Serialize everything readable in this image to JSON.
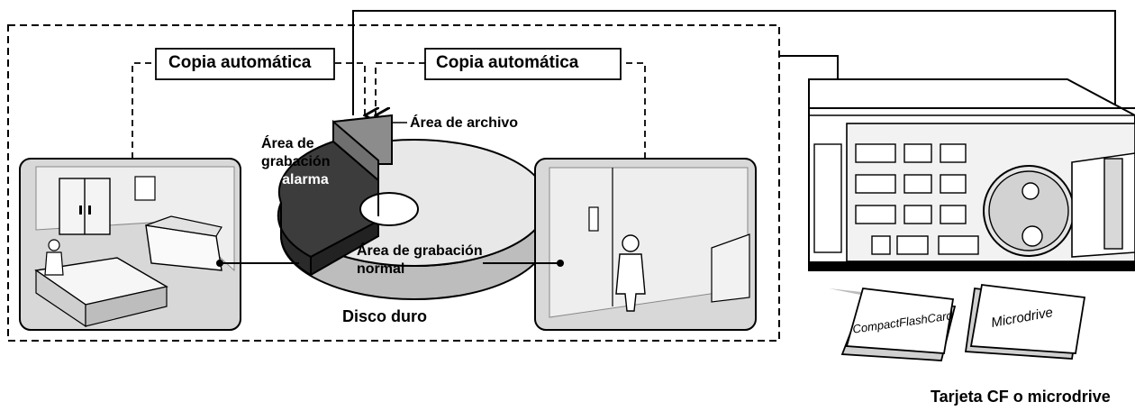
{
  "labels": {
    "auto_copy_left": "Copia automática",
    "auto_copy_right": "Copia automática",
    "archive_area": "Área de archivo",
    "alarm_area_line1": "Área de",
    "alarm_area_line2": "grabación",
    "alarm_area_line3": "de alarma",
    "normal_area_line1": "Área de grabación",
    "normal_area_line2": "normal",
    "hard_disk": "Disco duro",
    "cf_or_microdrive": "Tarjeta CF o microdrive"
  },
  "cards": {
    "compactflash": "CompactFlashCard",
    "microdrive": "Microdrive"
  },
  "colors": {
    "alarm_segment": "#3c3c3c",
    "archive_segment": "#8c8c8c",
    "normal_segment": "#e8e8e8",
    "scene_background": "#d8d8d8"
  }
}
